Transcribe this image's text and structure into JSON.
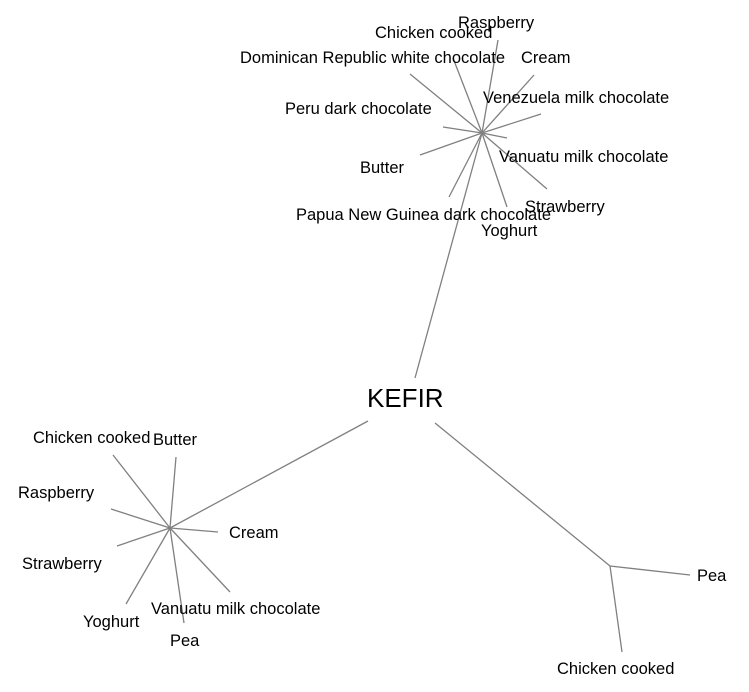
{
  "root": "KEFIR",
  "clusters": [
    {
      "name": "top",
      "labels": [
        "Raspberry",
        "Chicken cooked",
        "Dominican Republic white chocolate",
        "Cream",
        "Venezuela milk chocolate",
        "Peru dark chocolate",
        "Vanuatu milk chocolate",
        "Butter",
        "Strawberry",
        "Papua New Guinea dark chocolate",
        "Yoghurt"
      ]
    },
    {
      "name": "bottom-left",
      "labels": [
        "Chicken cooked",
        "Butter",
        "Raspberry",
        "Cream",
        "Strawberry",
        "Vanuatu milk chocolate",
        "Yoghurt",
        "Pea"
      ]
    },
    {
      "name": "bottom-right",
      "labels": [
        "Pea",
        "Chicken cooked"
      ]
    }
  ],
  "colors": {
    "edge": "#808080",
    "text": "#000000"
  }
}
